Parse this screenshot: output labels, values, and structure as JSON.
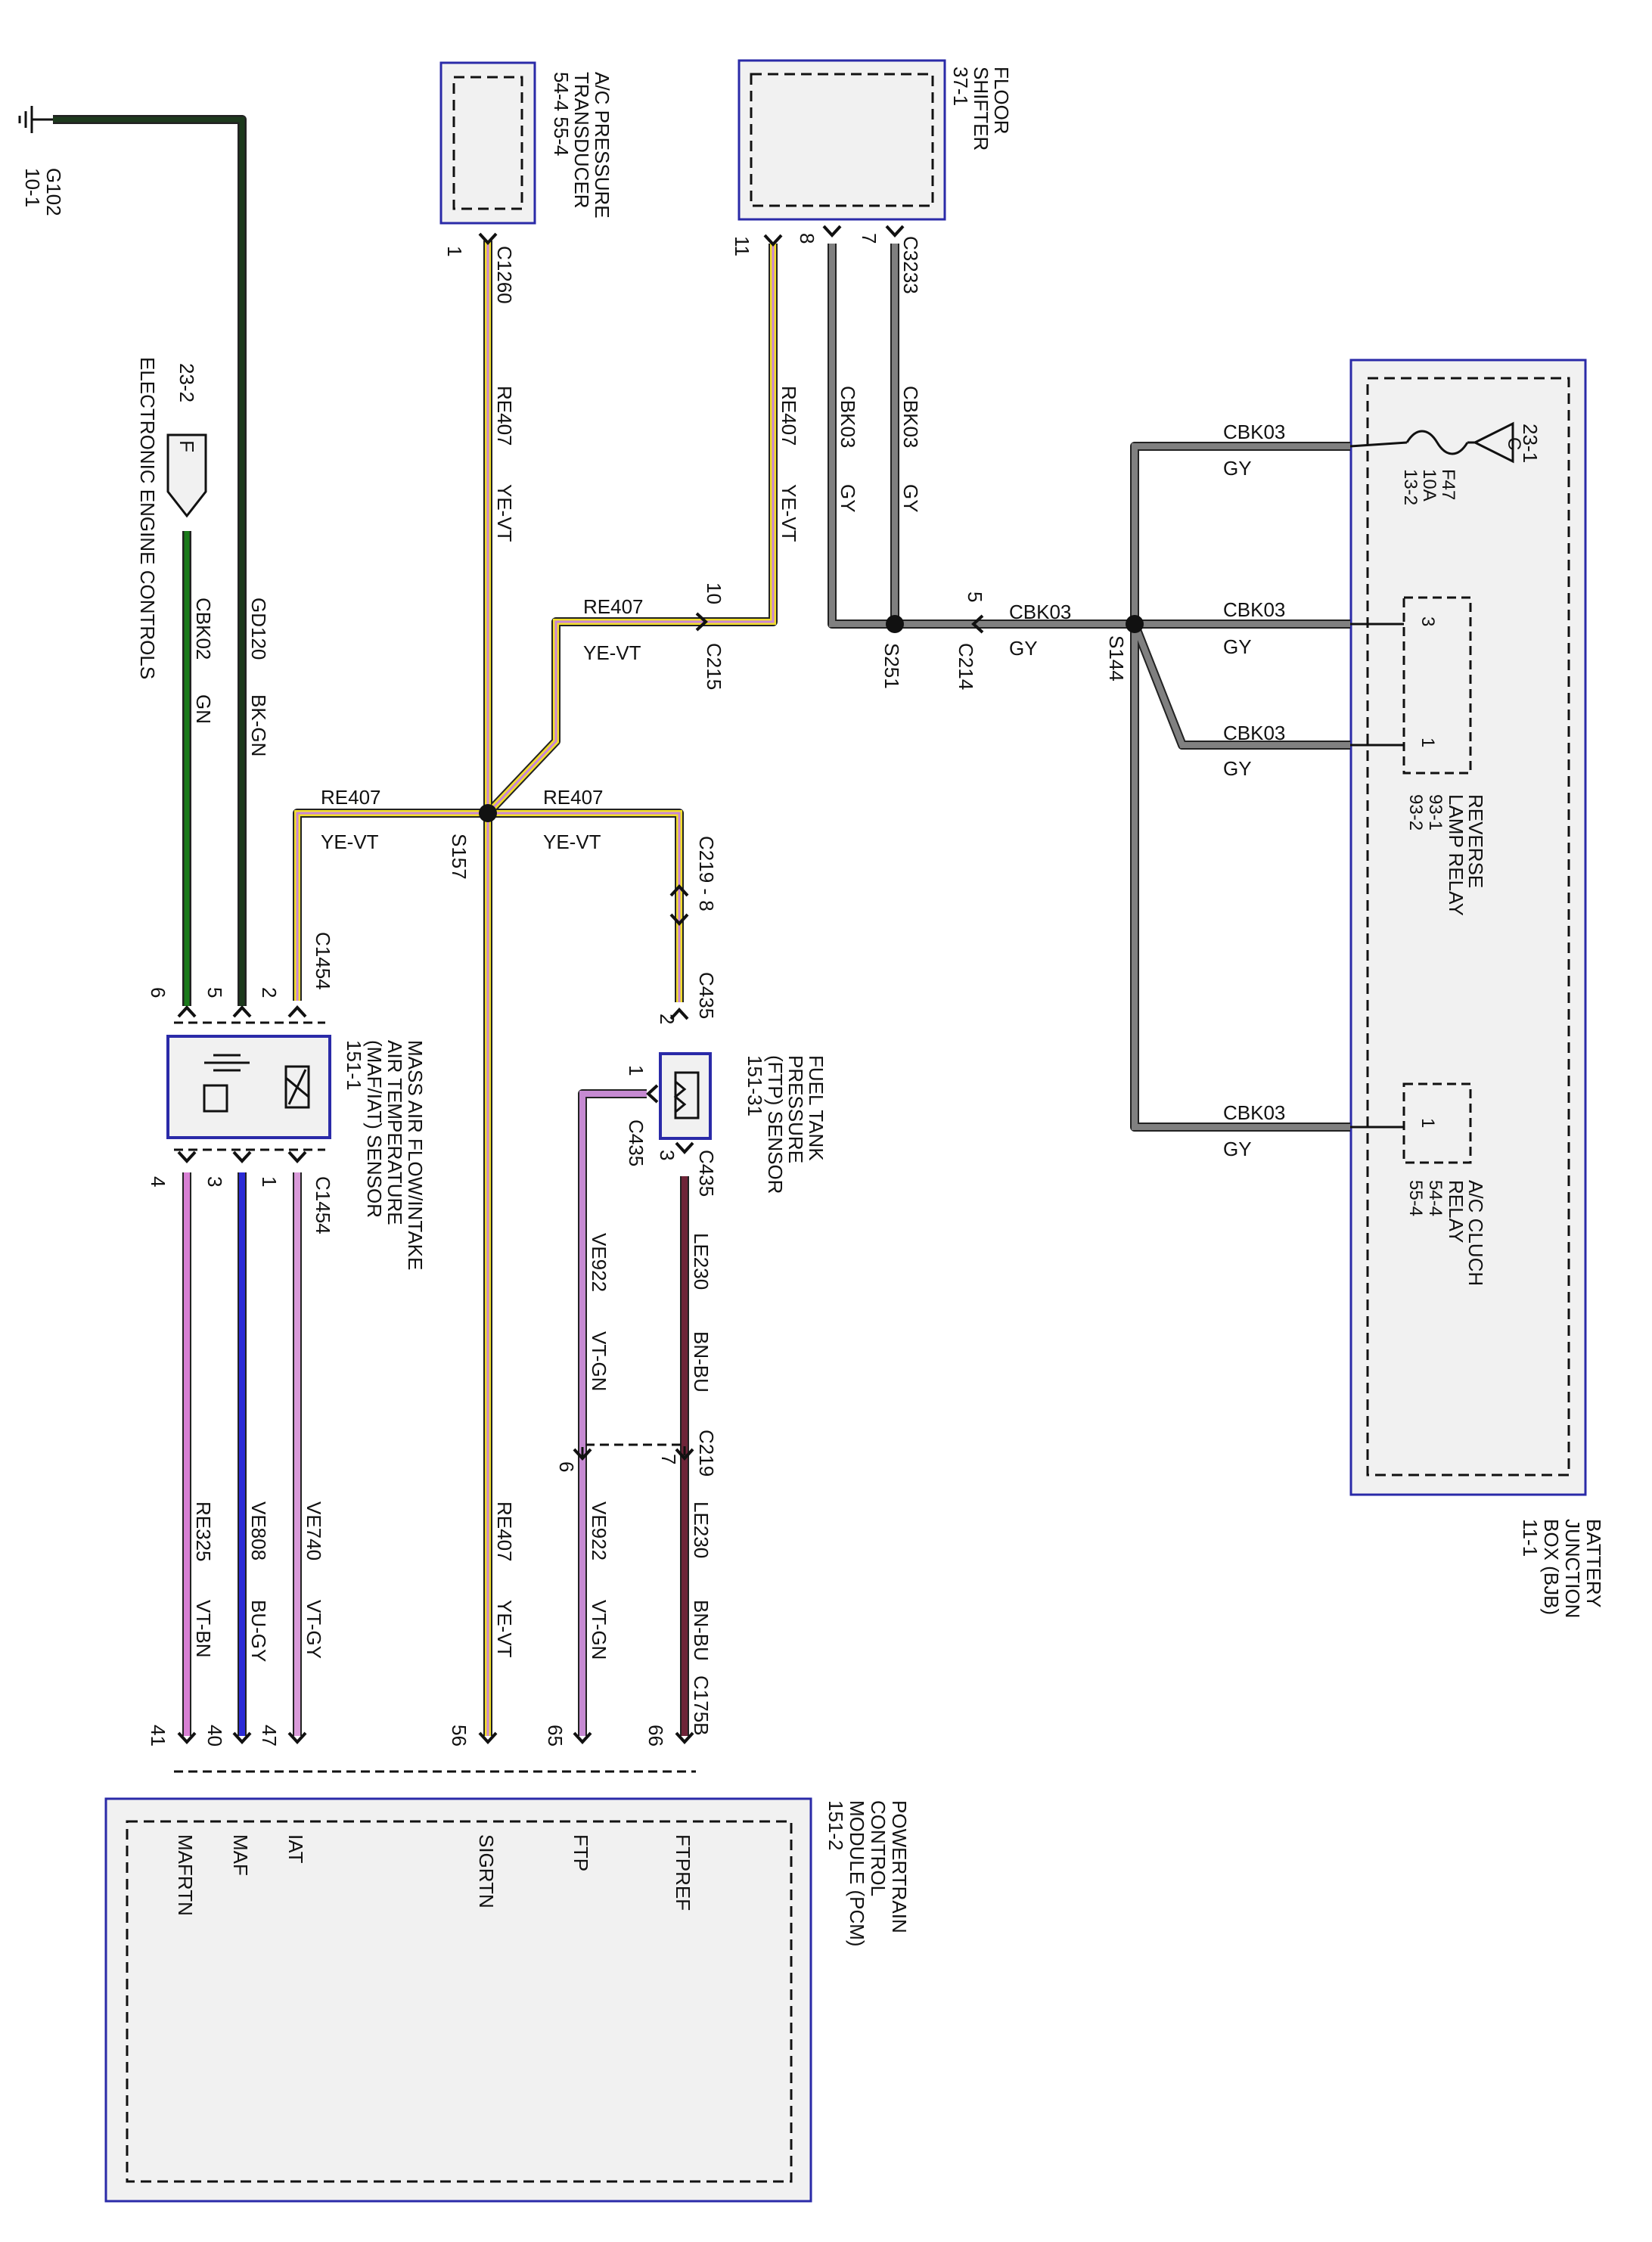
{
  "colors": {
    "ye_vt": "#f2df2a",
    "ye_vt_stripe": "#c986d6",
    "gy": "#808080",
    "bk_gn": "#1d3a1d",
    "gn": "#1a7a1a",
    "vt_bn": "#d880d4",
    "bu_gy": "#2b2bd6",
    "vt_gy": "#d99ad9",
    "vt_gn": "#c68ad2",
    "bn_bu": "#6e2438",
    "module_border": "#2a2aa8"
  },
  "ground": {
    "id": "G102",
    "page": "10-1"
  },
  "eec": {
    "connector": "F",
    "page": "23-2",
    "label": "ELECTRONIC ENGINE CONTROLS"
  },
  "ac_transducer": {
    "name_1": "A/C PRESSURE",
    "name_2": "TRANSDUCER",
    "page": "54-4   55-4",
    "connector": "C1260",
    "pin": "1"
  },
  "floor_shifter": {
    "name_1": "FLOOR",
    "name_2": "SHIFTER",
    "page": "37-1",
    "connector": "C3233",
    "pin_11": "11",
    "pin_8": "8",
    "pin_7": "7"
  },
  "bjb": {
    "name_1": "BATTERY",
    "name_2": "JUNCTION",
    "name_3": "BOX (BJB)",
    "page": "11-1",
    "feed_connector": "C",
    "feed_page": "23-1",
    "fuse_name": "F47",
    "fuse_rating": "10A",
    "fuse_page": "13-2",
    "rev_relay_1": "REVERSE",
    "rev_relay_2": "LAMP RELAY",
    "rev_relay_p1": "93-1",
    "rev_relay_p2": "93-2",
    "rev_pin_3": "3",
    "rev_pin_1": "1",
    "ac_relay_1": "A/C CLUCH",
    "ac_relay_2": "RELAY",
    "ac_relay_p1": "54-4",
    "ac_relay_p2": "55-4",
    "ac_pin_1": "1"
  },
  "maf": {
    "name_1": "MASS AIR FLOW/INTAKE",
    "name_2": "AIR TEMPERATURE",
    "name_3": "(MAF/IAT) SENSOR",
    "page": "151-1",
    "connector": "C1454",
    "pin_6": "6",
    "pin_5": "5",
    "pin_2": "2",
    "pin_4": "4",
    "pin_3": "3",
    "pin_1": "1"
  },
  "ftp": {
    "name_1": "FUEL TANK",
    "name_2": "PRESSURE",
    "name_3": "(FTP) SENSOR",
    "page": "151-31",
    "connector": "C435",
    "pin_2": "2",
    "pin_1": "1",
    "pin_3": "3"
  },
  "pcm": {
    "name_1": "POWERTRAIN",
    "name_2": "CONTROL",
    "name_3": "MODULE (PCM)",
    "page": "151-2",
    "connector": "C175B",
    "pins": {
      "p41": "41",
      "p40": "40",
      "p47": "47",
      "p56": "56",
      "p65": "65",
      "p66": "66"
    },
    "sigs": {
      "mafrtn": "MAFRTN",
      "maf": "MAF",
      "iat": "IAT",
      "sigrtn": "SIGRTN",
      "ftp": "FTP",
      "ftpref": "FTPREF"
    }
  },
  "connectors": {
    "c215": "C215",
    "c215_pin": "10",
    "c214": "C214",
    "c214_pin": "5",
    "c219_8": "C219 - 8",
    "c219": "C219",
    "c219_p7": "7",
    "c219_p6": "6",
    "c435": "C435"
  },
  "splices": {
    "s157": "S157",
    "s251": "S251",
    "s144": "S144"
  },
  "circuits": {
    "re407": "RE407",
    "ye_vt": "YE-VT",
    "cbk03": "CBK03",
    "gy": "GY",
    "gd120": "GD120",
    "bk_gn": "BK-GN",
    "cbk02": "CBK02",
    "gn": "GN",
    "re325": "RE325",
    "vt_bn": "VT-BN",
    "ve808": "VE808",
    "bu_gy": "BU-GY",
    "ve740": "VE740",
    "vt_gy": "VT-GY",
    "ve922": "VE922",
    "vt_gn": "VT-GN",
    "le230": "LE230",
    "bn_bu": "BN-BU"
  }
}
